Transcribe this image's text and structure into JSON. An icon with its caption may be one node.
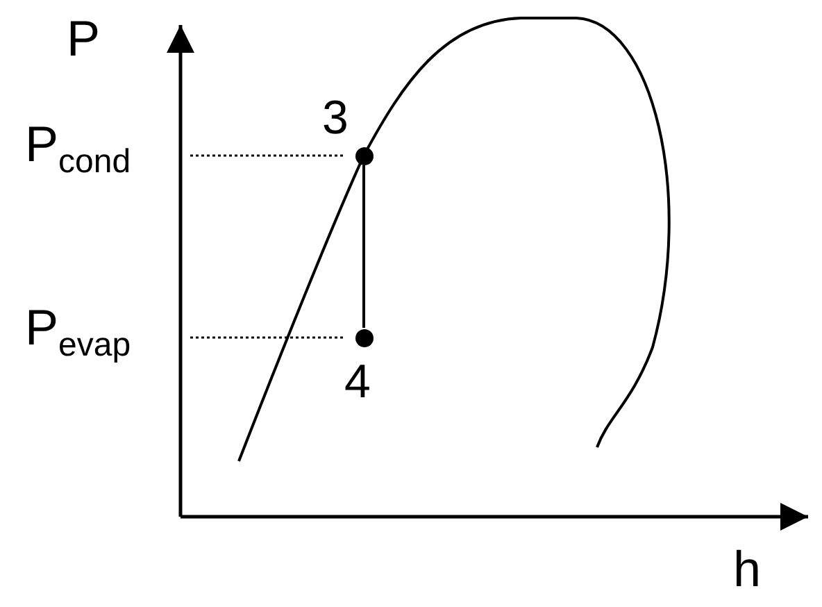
{
  "diagram": {
    "nodes": [
      {
        "text": [
          "3"
        ]
      },
      {
        "text": [
          "4"
        ]
      }
    ],
    "edges": [
      {
        "from": 0,
        "to": 1,
        "arrow": "none"
      }
    ],
    "labels": [
      "P",
      "P$_{cond}$",
      "P$_{evap}$",
      "h"
    ]
  }
}
